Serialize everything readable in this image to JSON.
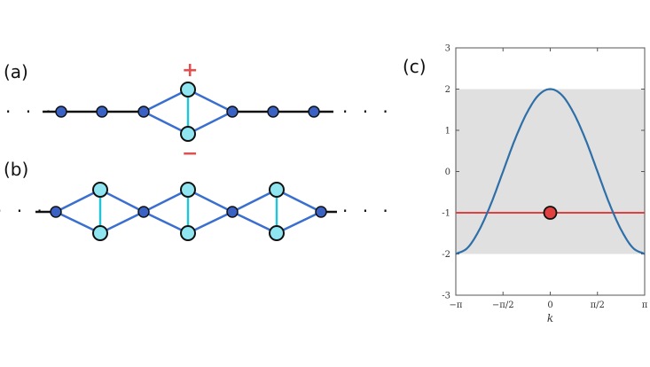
{
  "labels": {
    "a": "(a)",
    "b": "(b)",
    "c": "(c)",
    "plus": "+",
    "minus": "−",
    "ellipsis": "· · ·"
  },
  "colors": {
    "chain": "#111111",
    "node_dark": "#3a62c4",
    "node_light": "#8fe6f0",
    "bond": "#3a6fcf",
    "rung": "#22c4d6",
    "band_curve": "#2f6fa8",
    "shade": "#e0e0e0",
    "flat_band": "#e04040",
    "sign": "#e05050"
  },
  "chart_data": {
    "type": "line",
    "title": "",
    "xlabel": "k",
    "ylabel": "",
    "xlim": [
      -3.1416,
      3.1416
    ],
    "ylim": [
      -3,
      3
    ],
    "xticks": [
      "−π",
      "−π/2",
      "0",
      "π/2",
      "π"
    ],
    "yticks": [
      "3",
      "2",
      "1",
      "0",
      "-1",
      "-2",
      "-3"
    ],
    "shaded_band": [
      -2,
      2
    ],
    "series": [
      {
        "x": [
          -3.1416,
          -2.7489,
          -2.3562,
          -1.9635,
          -1.5708,
          -1.1781,
          -0.7854,
          -0.3927,
          0,
          0.3927,
          0.7854,
          1.1781,
          1.5708,
          1.9635,
          2.3562,
          2.7489,
          3.1416
        ],
        "y": [
          -2.0,
          -1.85,
          -1.41,
          -0.77,
          0.0,
          0.77,
          1.41,
          1.85,
          2.0,
          1.85,
          1.41,
          0.77,
          0.0,
          -0.77,
          -1.41,
          -1.85,
          -2.0
        ]
      },
      {
        "x": [
          -3.1416,
          3.1416
        ],
        "y": [
          -1,
          -1
        ]
      }
    ],
    "highlight_point": {
      "x": 0,
      "y": -1
    }
  }
}
